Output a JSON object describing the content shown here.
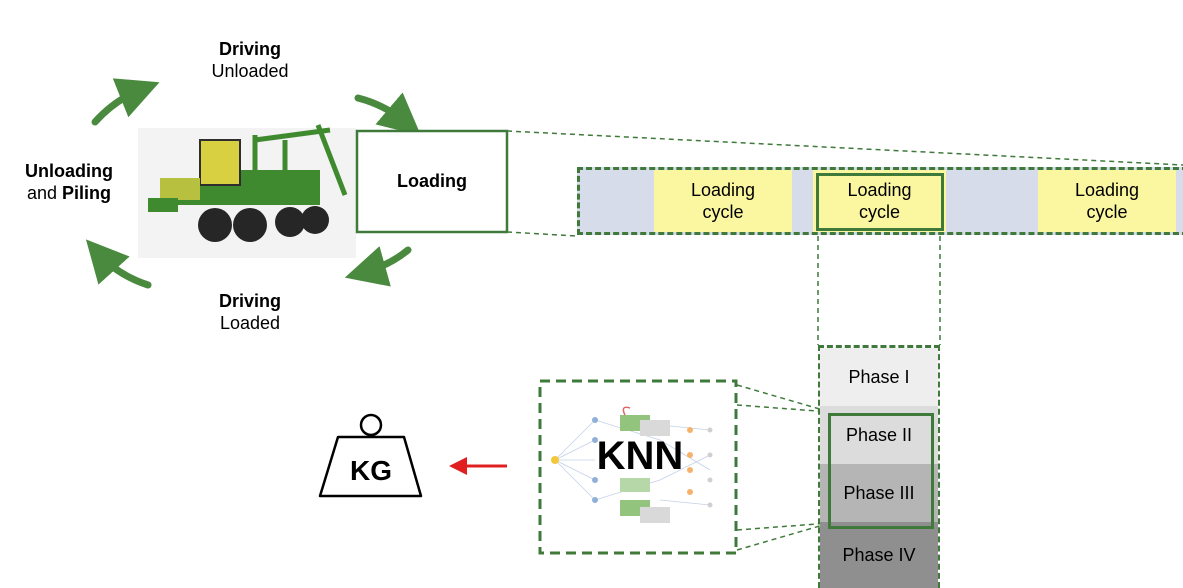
{
  "cycle_nodes": {
    "top": {
      "bold": "Driving",
      "normal": "Unloaded"
    },
    "left": {
      "bold1": "Unloading",
      "normal": "and ",
      "bold2": "Piling"
    },
    "right": {
      "label": "Loading"
    },
    "bottom": {
      "bold": "Driving",
      "normal": "Loaded"
    }
  },
  "loading_bar": {
    "cycles": [
      {
        "line1": "Loading",
        "line2": "cycle"
      },
      {
        "line1": "Loading",
        "line2": "cycle"
      },
      {
        "line1": "Loading",
        "line2": "cycle"
      }
    ]
  },
  "phases": [
    "Phase I",
    "Phase II",
    "Phase III",
    "Phase IV"
  ],
  "model": {
    "label": "KNN"
  },
  "output": {
    "label": "KG"
  },
  "colors": {
    "green": "#3f7a3b",
    "arrow_green": "#4a8a3f",
    "cycle_yellow": "#fbf7a0",
    "bar_blue": "#d7dceb",
    "red_arrow": "#e02020"
  }
}
